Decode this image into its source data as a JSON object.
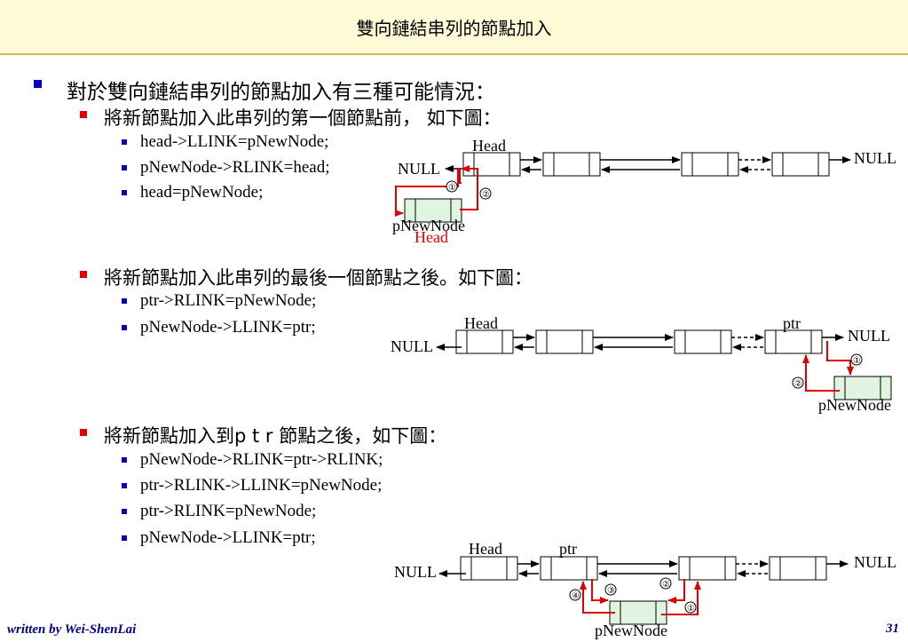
{
  "header": {
    "title": "雙向鏈結串列的節點加入"
  },
  "intro": "對於雙向鏈結串列的節點加入有三種可能情況：",
  "sections": [
    {
      "heading": "將新節點加入此串列的第一個節點前， 如下圖：",
      "code": [
        "head->LLINK=pNewNode;",
        "pNewNode->RLINK=head;",
        "head=pNewNode;"
      ]
    },
    {
      "heading": "將新節點加入此串列的最後一個節點之後。如下圖：",
      "code": [
        "ptr->RLINK=pNewNode;",
        "pNewNode->LLINK=ptr;"
      ]
    },
    {
      "heading": "將新節點加入到p t r 節點之後，如下圖：",
      "code": [
        "pNewNode->RLINK=ptr->RLINK;",
        "ptr->RLINK->LLINK=pNewNode;",
        "ptr->RLINK=pNewNode;",
        "pNewNode->LLINK=ptr;"
      ]
    }
  ],
  "diagrams": {
    "labels": {
      "head": "Head",
      "null": "NULL",
      "ptr": "ptr",
      "pnewnode": "pNewNode",
      "c1": "①",
      "c2": "②",
      "c3": "③",
      "c4": "④"
    }
  },
  "colors": {
    "title_bg": "#fffbd6",
    "accent": "#e00000",
    "bullet": "#0000c0",
    "new_node": "#e0f5e0"
  },
  "footer": {
    "author": "written by Wei-ShenLai",
    "page": "31"
  }
}
